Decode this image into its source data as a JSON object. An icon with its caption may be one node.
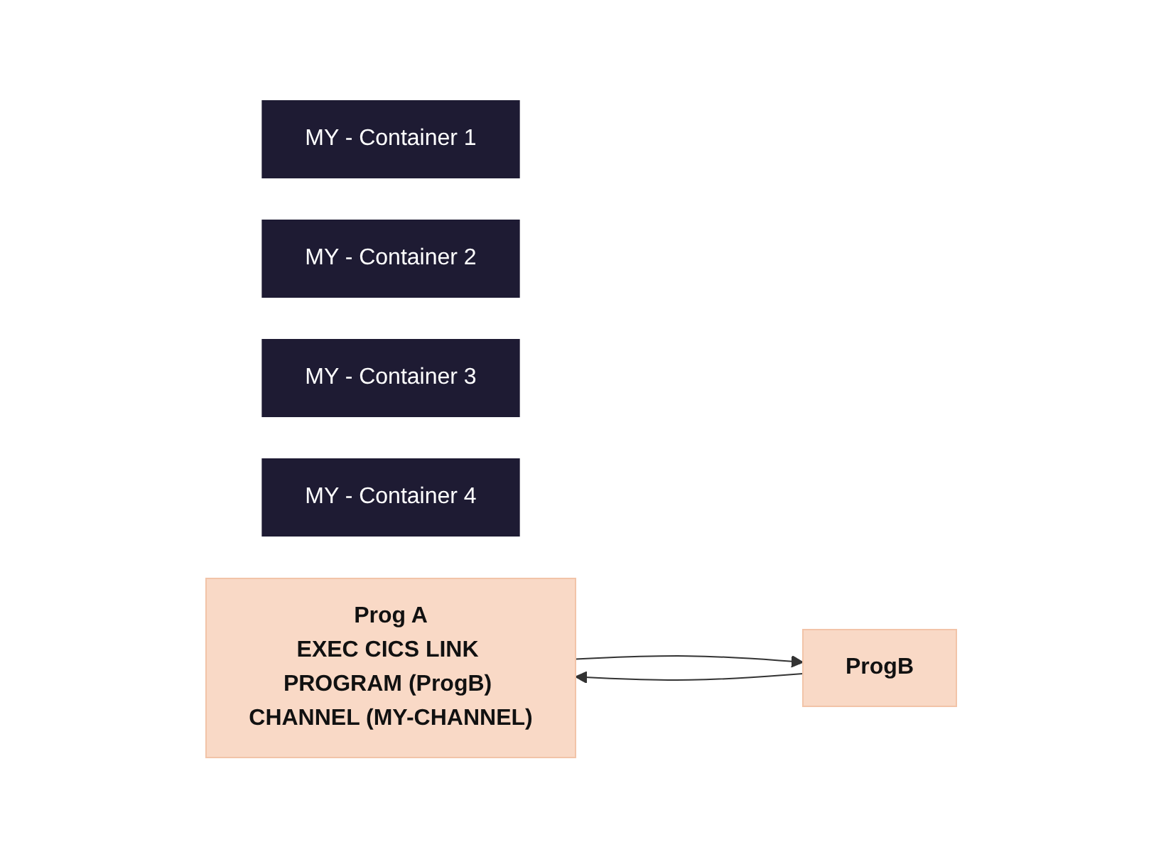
{
  "diagram": {
    "nodes": [
      {
        "text": [
          "MY - Container 1"
        ]
      },
      {
        "text": [
          "MY - Container 2"
        ]
      },
      {
        "text": [
          "MY - Container 3"
        ]
      },
      {
        "text": [
          "MY - Container 4"
        ]
      },
      {
        "text": [
          "Prog A",
          "EXEC CICS LINK PROGRAM (ProgB) CHANNEL (MY-CHANNEL)"
        ]
      },
      {
        "text": [
          "ProgB"
        ]
      }
    ],
    "edges": [
      {
        "from": 4,
        "to": 5,
        "arrow": "to"
      },
      {
        "from": 5,
        "to": 4,
        "arrow": "to"
      }
    ]
  }
}
